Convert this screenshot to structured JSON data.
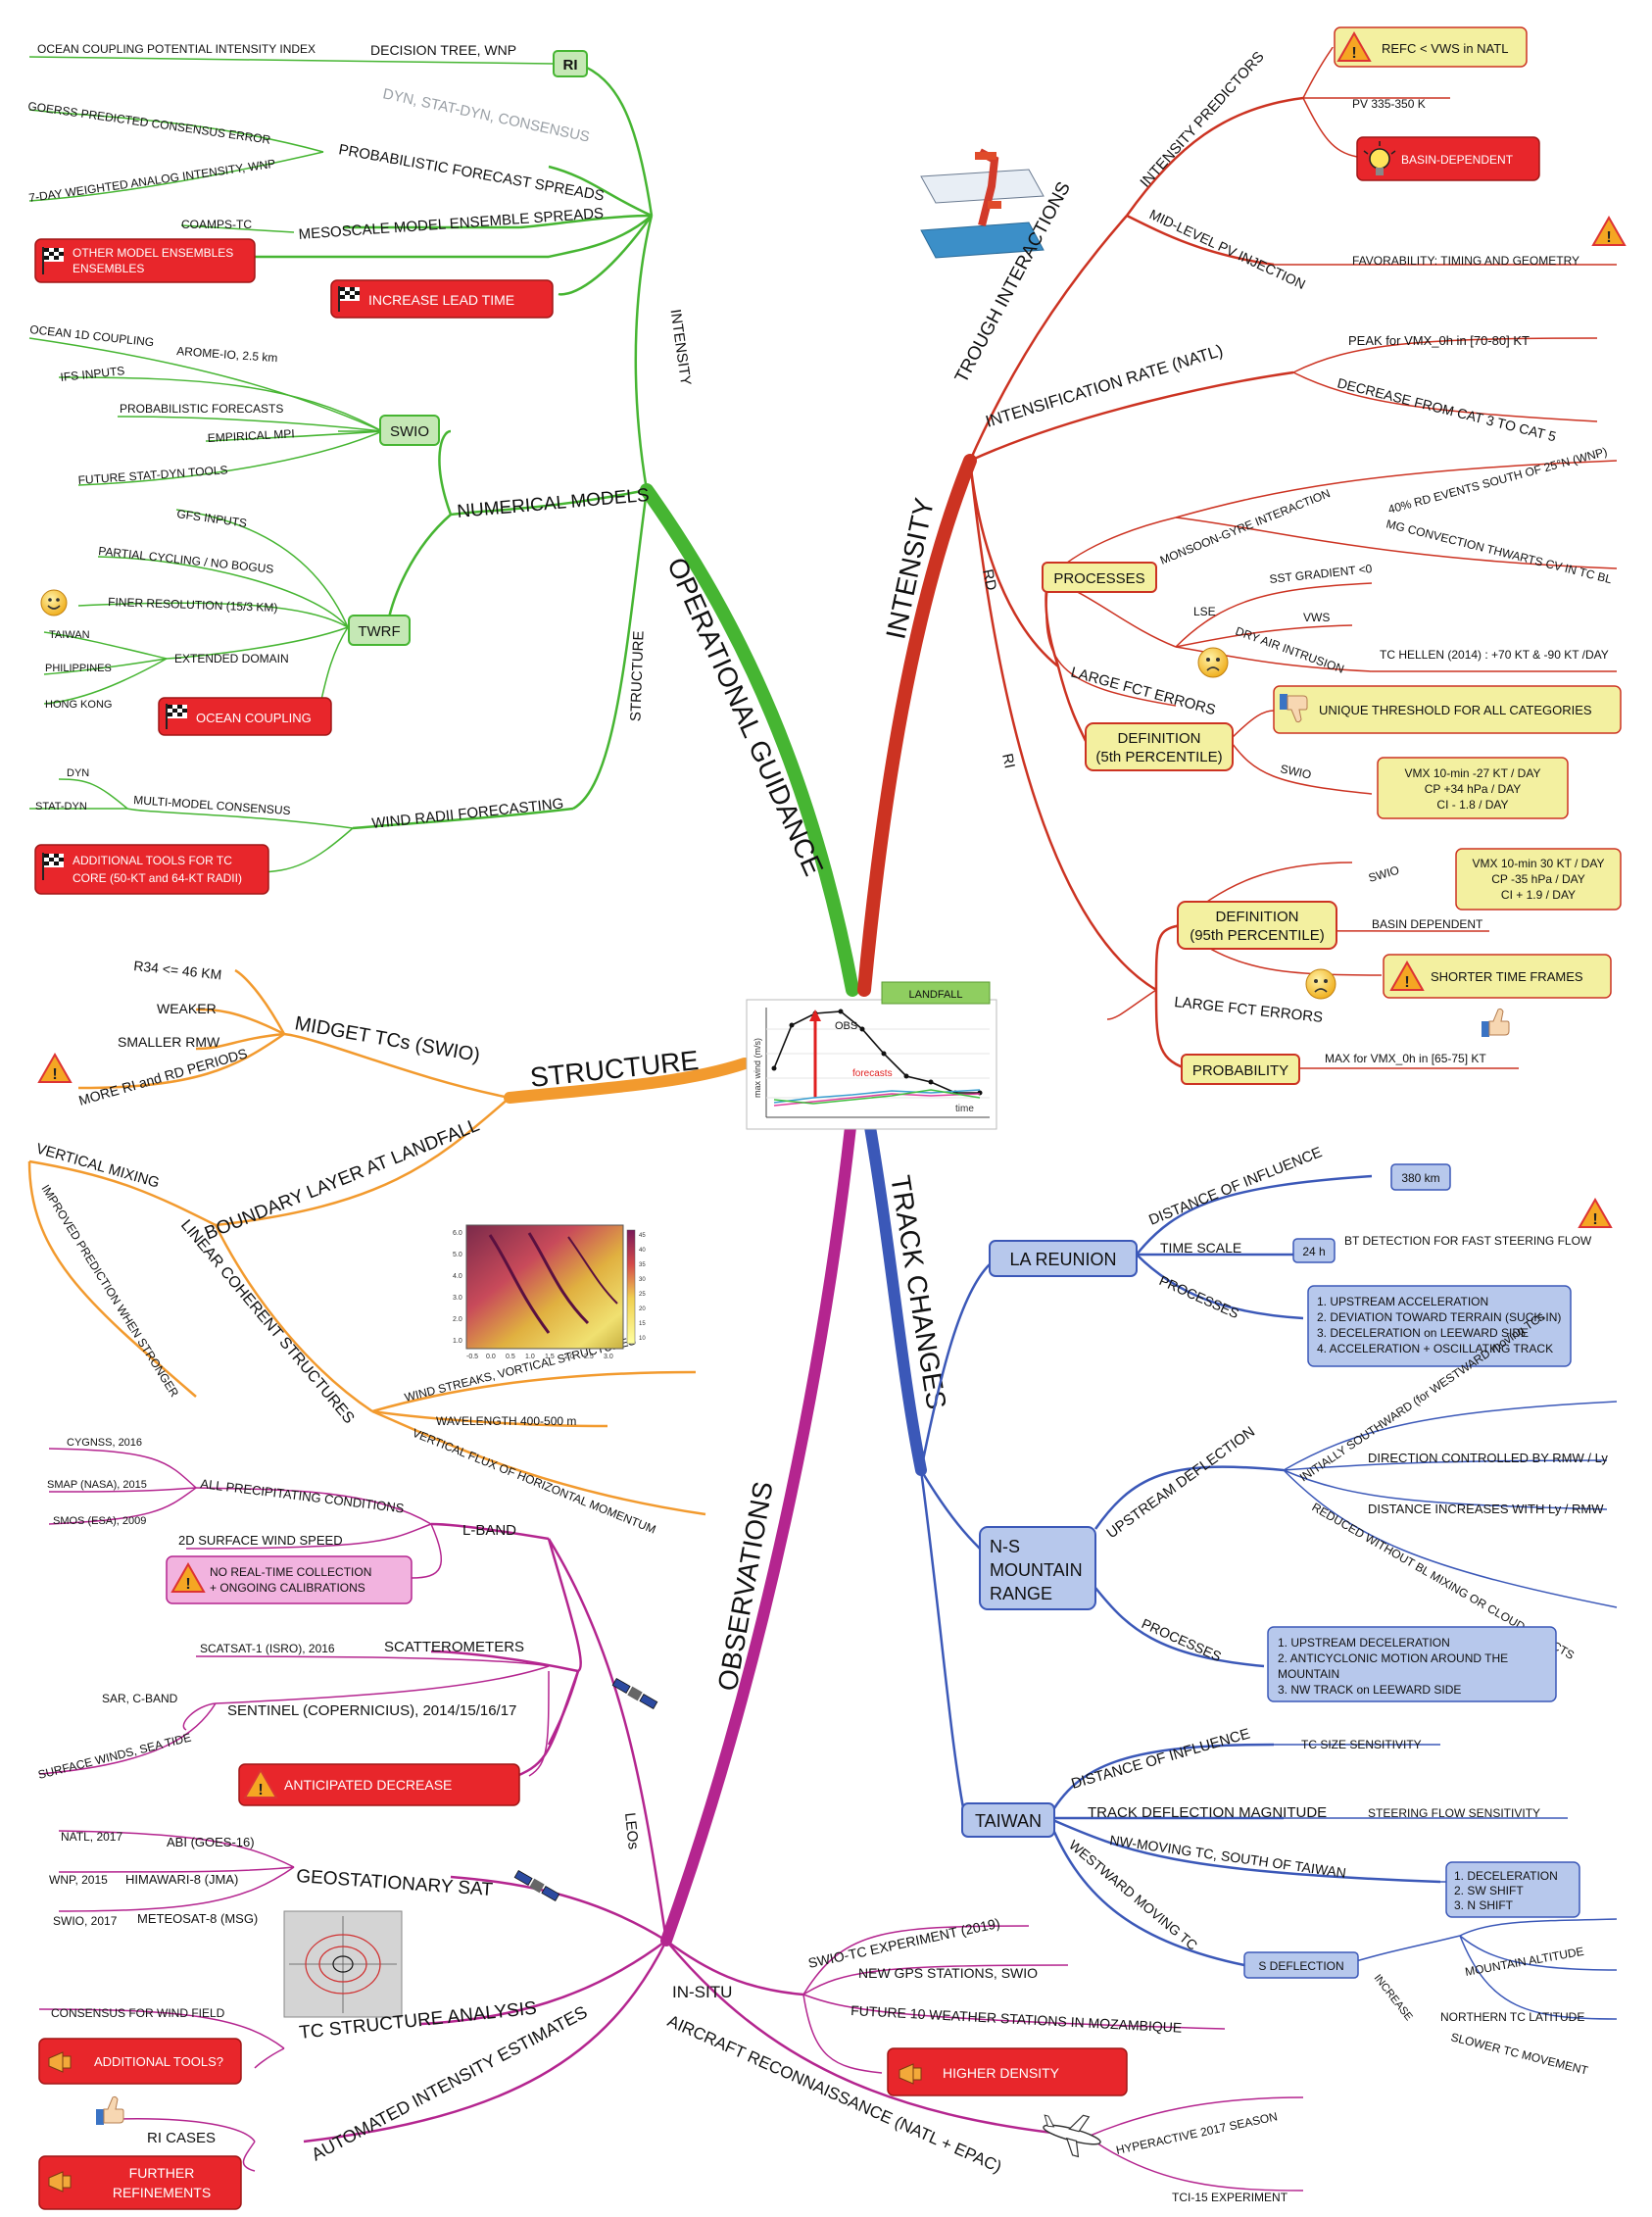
{
  "colors": {
    "green": "#46b532",
    "red": "#cc3322",
    "orange": "#f29a2e",
    "blue": "#3b58b8",
    "magenta": "#b4258f",
    "box_red": "#e8262b",
    "box_yellow": "#f3f0a0",
    "box_green": "#c5e8b5",
    "box_blue": "#b7c8ec",
    "box_pink": "#f2b3df"
  },
  "icons": {
    "warning": "warning-triangle-icon",
    "flag": "checkered-flag-icon",
    "bulb": "lightbulb-icon",
    "sad": "sad-face-icon",
    "happy": "smiley-face-icon",
    "thumbs_up": "thumbs-up-icon",
    "thumbs_down": "thumbs-down-icon",
    "megaphone": "megaphone-icon",
    "satellite": "satellite-icon",
    "plane": "airplane-icon"
  },
  "center": {
    "landfall_tag": "LANDFALL",
    "obs_label": "OBS",
    "forecasts_label": "forecasts",
    "ylabel": "max wind (m/s)",
    "xlabel": "time"
  },
  "main": {
    "og": "OPERATIONAL GUIDANCE",
    "intensity": "INTENSITY",
    "structure": "STRUCTURE",
    "track": "TRACK CHANGES",
    "obs": "OBSERVATIONS"
  },
  "og": {
    "intensity_branch": "INTENSITY",
    "structure_branch": "STRUCTURE",
    "ri": "RI",
    "ri_dt": "DECISION TREE, WNP",
    "ri_ocean": "OCEAN COUPLING POTENTIAL INTENSITY INDEX",
    "dyn_stat": "DYN, STAT-DYN, CONSENSUS",
    "prob_spread": "PROBABILISTIC FORECAST SPREADS",
    "goerss": "GOERSS PREDICTED CONSENSUS ERROR",
    "analog": "7-DAY WEIGHTED ANALOG INTENSITY, WNP",
    "meso": "MESOSCALE MODEL ENSEMBLE SPREADS",
    "coamps": "COAMPS-TC",
    "other_ens": "OTHER MODEL ENSEMBLES",
    "lead": "INCREASE LEAD TIME",
    "num": "NUMERICAL MODELS",
    "swio": "SWIO",
    "ocean1d": "OCEAN 1D COUPLING",
    "arome": "AROME-IO, 2.5 km",
    "ifs": "IFS INPUTS",
    "probfc": "PROBABILISTIC FORECASTS",
    "empmpi": "EMPIRICAL MPI",
    "future": "FUTURE STAT-DYN TOOLS",
    "twrf": "TWRF",
    "gfs": "GFS INPUTS",
    "partial": "PARTIAL CYCLING / NO BOGUS",
    "finer": "FINER RESOLUTION (15/3 KM)",
    "ext": "EXTENDED DOMAIN",
    "taiwan": "TAIWAN",
    "phil": "PHILIPPINES",
    "hk": "HONG KONG",
    "ocean_coupling": "OCEAN COUPLING",
    "wind_radii": "WIND RADII FORECASTING",
    "mmc": "MULTI-MODEL CONSENSUS",
    "dyn": "DYN",
    "statdyn": "STAT-DYN",
    "addtools1": "ADDITIONAL TOOLS FOR TC",
    "addtools2": "CORE (50-KT and 64-KT RADII)"
  },
  "int": {
    "trough": "TROUGH INTERACTIONS",
    "predictors": "INTENSITY PREDICTORS",
    "refc": "REFC < VWS in NATL",
    "pv": "PV 335-350 K",
    "basin": "BASIN-DEPENDENT",
    "midpv": "MID-LEVEL PV INJECTION",
    "favor": "FAVORABILITY: TIMING AND GEOMETRY",
    "rate": "INTENSIFICATION RATE (NATL)",
    "peak": "PEAK for VMX_0h in [70-80] KT",
    "decrease": "DECREASE FROM CAT 3 TO CAT 5",
    "rd": "RD",
    "processes": "PROCESSES",
    "monsoon": "MONSOON-GYRE INTERACTION",
    "rd40": "40% RD EVENTS SOUTH OF 25°N (WNP)",
    "mg": "MG CONVECTION THWARTS CV IN TC BL",
    "lse": "LSE",
    "sst": "SST GRADIENT <0",
    "vws": "VWS",
    "dry": "DRY AIR INTRUSION",
    "hellen": "TC HELLEN (2014) : +70 KT & -90 KT /DAY",
    "large": "LARGE FCT ERRORS",
    "def5_1": "DEFINITION",
    "def5_2": "(5th PERCENTILE)",
    "unique": "UNIQUE THRESHOLD FOR ALL CATEGORIES",
    "swio": "SWIO",
    "rd_v1": "VMX 10-min -27 KT / DAY",
    "rd_v2": "CP +34 hPa / DAY",
    "rd_v3": "CI - 1.8 / DAY",
    "ri": "RI",
    "def95_1": "DEFINITION",
    "def95_2": "(95th PERCENTILE)",
    "ri_v1": "VMX 10-min 30 KT / DAY",
    "ri_v2": "CP -35 hPa / DAY",
    "ri_v3": "CI + 1.9 / DAY",
    "basindep": "BASIN DEPENDENT",
    "shorter": "SHORTER TIME FRAMES",
    "prob": "PROBABILITY",
    "maxvmx": "MAX for VMX_0h in [65-75] KT"
  },
  "st": {
    "midget": "MIDGET TCs (SWIO)",
    "r34": "R34 <= 46 KM",
    "weaker": "WEAKER",
    "smaller": "SMALLER RMW",
    "more": "MORE RI and RD PERIODS",
    "bl": "BOUNDARY LAYER AT LANDFALL",
    "vmix": "VERTICAL MIXING",
    "improved": "IMPROVED PREDICTION WHEN STRONGER",
    "lcs": "LINEAR COHERENT STRUCTURES",
    "streaks": "WIND STREAKS, VORTICAL STRUCTURES",
    "wl": "WAVELENGTH 400-500 m",
    "vflux": "VERTICAL FLUX OF HORIZONTAL MOMENTUM"
  },
  "tr": {
    "lareunion": "LA REUNION",
    "doi": "DISTANCE OF INFLUENCE",
    "km380": "380 km",
    "ts": "TIME SCALE",
    "h24": "24 h",
    "bt": "BT DETECTION FOR FAST STEERING FLOW",
    "processes": "PROCESSES",
    "lr1": "1. UPSTREAM ACCELERATION",
    "lr2": "2. DEVIATION TOWARD TERRAIN (SUCK-IN)",
    "lr3": "3. DECELERATION on LEEWARD SIDE",
    "lr4": "4. ACCELERATION + OSCILLATING TRACK",
    "ns1": "N-S",
    "ns2": "MOUNTAIN",
    "ns3": "RANGE",
    "updef": "UPSTREAM DEFLECTION",
    "init": "INITIALLY SOUTHWARD (for WESTWARD moving TCs",
    "dir": "DIRECTION CONTROLLED BY RMW / Ly",
    "dist": "DISTANCE INCREASES WITH Ly / RMW",
    "red": "REDUCED WITHOUT BL MIXING OR CLOUD EFFECTS",
    "ns_p1": "1. UPSTREAM DECELERATION",
    "ns_p2": "2. ANTICYCLONIC MOTION AROUND THE",
    "ns_p2b": "MOUNTAIN",
    "ns_p3": "3. NW TRACK on LEEWARD SIDE",
    "taiwan": "TAIWAN",
    "tc_size": "TC SIZE SENSITIVITY",
    "tdm": "TRACK DEFLECTION MAGNITUDE",
    "sfs": "STEERING FLOW SENSITIVITY",
    "nw": "NW-MOVING TC, SOUTH OF TAIWAN",
    "tw1": "1. DECELERATION",
    "tw2": "2. SW SHIFT",
    "tw3": "3. N SHIFT",
    "west": "WESTWARD MOVING TC",
    "sdef": "S DEFLECTION",
    "increase": "INCREASE",
    "alt": "MOUNTAIN ALTITUDE",
    "lat": "NORTHERN TC LATITUDE",
    "slow": "SLOWER TC MOVEMENT"
  },
  "ob": {
    "cygnss": "CYGNSS, 2016",
    "smap": "SMAP (NASA), 2015",
    "smos": "SMOS (ESA), 2009",
    "allprecip": "ALL PRECIPITATING CONDITIONS",
    "lband": "L-BAND",
    "sfc2d": "2D SURFACE WIND SPEED",
    "norealtime1": "NO REAL-TIME COLLECTION",
    "norealtime2": "+ ONGOING CALIBRATIONS",
    "scat": "SCATTEROMETERS",
    "scatsat": "SCATSAT-1 (ISRO), 2016",
    "sentinel": "SENTINEL (COPERNICIUS), 2014/15/16/17",
    "sar": "SAR, C-BAND",
    "sfcwinds": "SURFACE WINDS, SEA TIDE",
    "anticip": "ANTICIPATED DECREASE",
    "leos": "LEOs",
    "geo": "GEOSTATIONARY SAT",
    "natl": "NATL, 2017",
    "abi": "ABI (GOES-16)",
    "wnp": "WNP, 2015",
    "hima": "HIMAWARI-8 (JMA)",
    "swio": "SWIO, 2017",
    "meteo": "METEOSAT-8 (MSG)",
    "tcsa": "TC STRUCTURE ANALYSIS",
    "consensus": "CONSENSUS FOR WIND FIELD",
    "addtools": "ADDITIONAL TOOLS?",
    "auto": "AUTOMATED INTENSITY ESTIMATES",
    "ricases": "RI CASES",
    "further1": "FURTHER",
    "further2": "REFINEMENTS",
    "insitu": "IN-SITU",
    "swio_tc": "SWIO-TC EXPERIMENT (2019)",
    "gps": "NEW GPS STATIONS, SWIO",
    "future10": "FUTURE 10 WEATHER STATIONS IN MOZAMBIQUE",
    "higher": "HIGHER DENSITY",
    "aircraft": "AIRCRAFT RECONNAISSANCE (NATL + EPAC)",
    "hyper": "HYPERACTIVE 2017 SEASON",
    "tci": "TCI-15 EXPERIMENT"
  },
  "inset": {
    "x_ticks": [
      "-0.5",
      "0.0",
      "0.5",
      "1.0",
      "1.5",
      "2.0",
      "2.5",
      "3.0"
    ],
    "y_ticks": [
      "6.0",
      "5.0",
      "4.0",
      "3.0",
      "2.0",
      "1.0"
    ],
    "cbar": [
      "45",
      "40",
      "35",
      "30",
      "25",
      "20",
      "15",
      "10"
    ]
  }
}
